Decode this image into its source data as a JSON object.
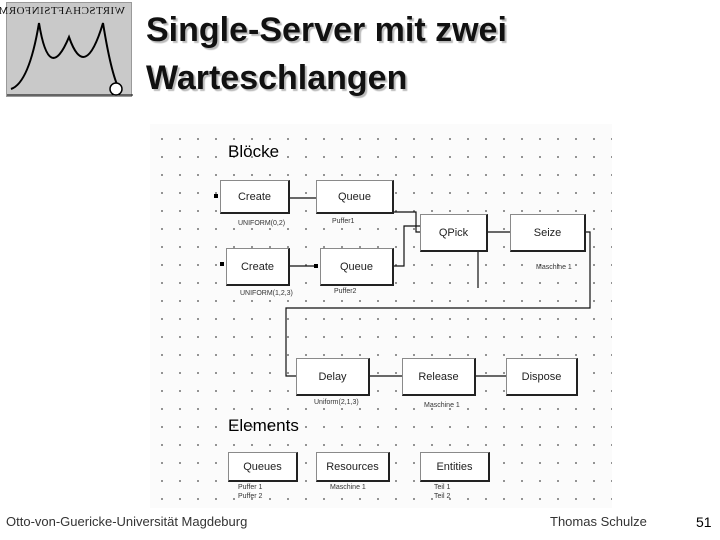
{
  "slide": {
    "title_line1": "Single-Server mit zwei",
    "title_line2": "Warteschlangen"
  },
  "logo": {
    "text": "WIRTSCHAFTSINFORMATIK"
  },
  "canvas": {
    "blocks_label": "Blöcke",
    "elements_label": "Elements",
    "modules": {
      "create1": "Create",
      "queue1": "Queue",
      "qpick": "QPick",
      "seize": "Seize",
      "create2": "Create",
      "queue2": "Queue",
      "delay": "Delay",
      "release": "Release",
      "dispose": "Dispose",
      "queues": "Queues",
      "resources": "Resources",
      "entities": "Entities"
    },
    "sublabels": {
      "create1": "UNIFORM(0,2)",
      "queue1": "Puffer1",
      "seize": "Maschine 1",
      "create2": "UNIFORM(1,2,3)",
      "queue2": "Puffer2",
      "delay": "Uniform(2,1,3)",
      "release": "Maschine 1",
      "queues_1": "Puffer 1",
      "queues_2": "Puffer 2",
      "resources": "Maschine 1",
      "entities_1": "Teil 1",
      "entities_2": "Teil 2"
    }
  },
  "footer": {
    "university": "Otto-von-Guericke-Universität Magdeburg",
    "author": "Thomas Schulze",
    "page_number": "51"
  }
}
